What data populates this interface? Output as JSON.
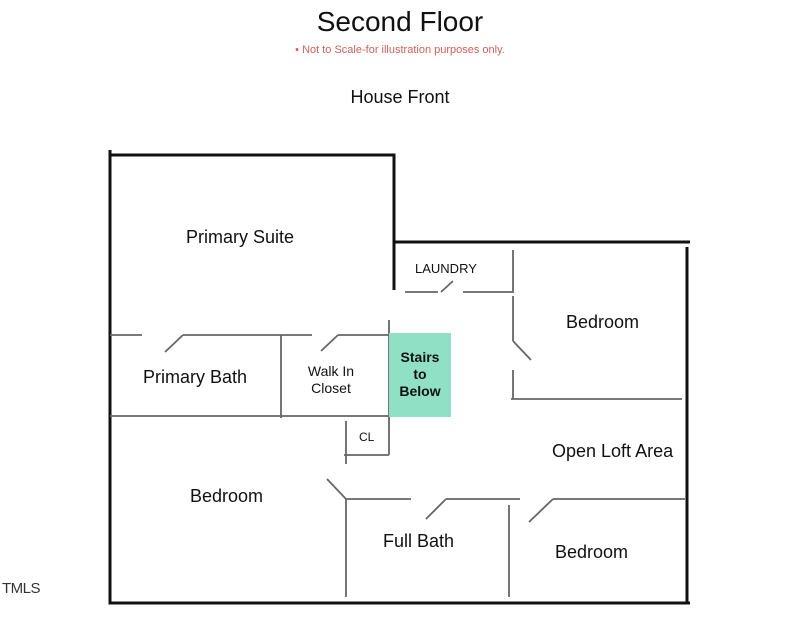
{
  "header": {
    "title": "Second Floor",
    "note": "• Not to Scale-for illustration purposes only.",
    "orientation": "House Front"
  },
  "colors": {
    "note": "#d0605c",
    "stairs": "#8fe0c4",
    "wall": "#111111"
  },
  "rooms": {
    "primary_suite": "Primary Suite",
    "laundry": "LAUNDRY",
    "bedroom_ne": "Bedroom",
    "primary_bath": "Primary Bath",
    "walk_in_closet_1": "Walk In",
    "walk_in_closet_2": "Closet",
    "stairs_1": "Stairs",
    "stairs_2": "to",
    "stairs_3": "Below",
    "closet": "CL",
    "open_loft": "Open Loft Area",
    "bedroom_w": "Bedroom",
    "full_bath": "Full Bath",
    "bedroom_se": "Bedroom"
  },
  "watermark": "TMLS"
}
